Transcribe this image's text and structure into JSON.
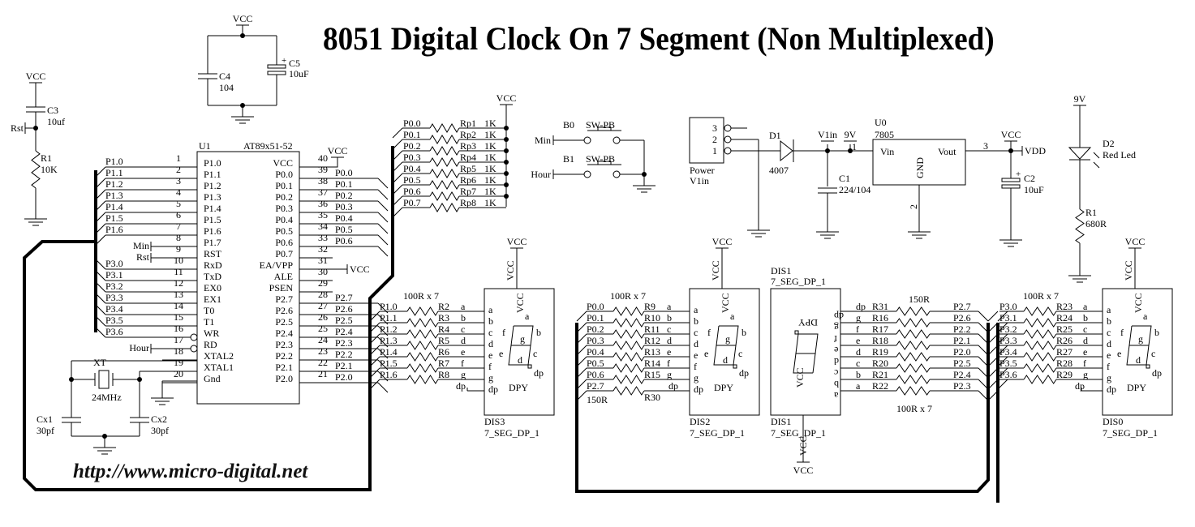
{
  "title": "8051 Digital Clock On 7 Segment (Non Multiplexed)",
  "website": "http://www.micro-digital.net",
  "supply": {
    "vcc": "VCC",
    "vdd": "VDD",
    "nine_v": "9V",
    "v1in": "V1in"
  },
  "decoupling": {
    "c4": {
      "ref": "C4",
      "value": "104"
    },
    "c5": {
      "ref": "C5",
      "value": "10uF"
    }
  },
  "reset": {
    "c3": {
      "ref": "C3",
      "value": "10uf"
    },
    "r1": {
      "ref": "R1",
      "value": "10K"
    },
    "net": "Rst"
  },
  "mcu": {
    "ref": "U1",
    "part": "AT89x51-52",
    "left_pins": [
      {
        "num": "1",
        "name": "P1.0",
        "net": "P1.0"
      },
      {
        "num": "2",
        "name": "P1.1",
        "net": "P1.1"
      },
      {
        "num": "3",
        "name": "P1.2",
        "net": "P1.2"
      },
      {
        "num": "4",
        "name": "P1.3",
        "net": "P1.3"
      },
      {
        "num": "5",
        "name": "P1.4",
        "net": "P1.4"
      },
      {
        "num": "6",
        "name": "P1.5",
        "net": "P1.5"
      },
      {
        "num": "7",
        "name": "P1.6",
        "net": "P1.6"
      },
      {
        "num": "8",
        "name": "P1.7",
        "net": "Min"
      },
      {
        "num": "9",
        "name": "RST",
        "net": "Rst"
      },
      {
        "num": "10",
        "name": "RxD",
        "net": "P3.0"
      },
      {
        "num": "11",
        "name": "TxD",
        "net": "P3.1"
      },
      {
        "num": "12",
        "name": "EX0",
        "net": "P3.2"
      },
      {
        "num": "13",
        "name": "EX1",
        "net": "P3.3"
      },
      {
        "num": "14",
        "name": "T0",
        "net": "P3.4"
      },
      {
        "num": "15",
        "name": "T1",
        "net": "P3.5"
      },
      {
        "num": "16",
        "name": "WR",
        "net": "P3.6"
      },
      {
        "num": "17",
        "name": "RD",
        "net": "Hour"
      },
      {
        "num": "18",
        "name": "XTAL2",
        "net": ""
      },
      {
        "num": "19",
        "name": "XTAL1",
        "net": ""
      },
      {
        "num": "20",
        "name": "Gnd",
        "net": ""
      }
    ],
    "right_pins": [
      {
        "num": "40",
        "name": "VCC",
        "net": "VCC"
      },
      {
        "num": "39",
        "name": "P0.0",
        "net": "P0.0"
      },
      {
        "num": "38",
        "name": "P0.1",
        "net": "P0.1"
      },
      {
        "num": "37",
        "name": "P0.2",
        "net": "P0.2"
      },
      {
        "num": "36",
        "name": "P0.3",
        "net": "P0.3"
      },
      {
        "num": "35",
        "name": "P0.4",
        "net": "P0.4"
      },
      {
        "num": "34",
        "name": "P0.5",
        "net": "P0.5"
      },
      {
        "num": "33",
        "name": "P0.6",
        "net": "P0.6"
      },
      {
        "num": "32",
        "name": "P0.7",
        "net": ""
      },
      {
        "num": "31",
        "name": "EA/VPP",
        "net": "VCC"
      },
      {
        "num": "30",
        "name": "ALE",
        "net": ""
      },
      {
        "num": "29",
        "name": "PSEN",
        "net": ""
      },
      {
        "num": "28",
        "name": "P2.7",
        "net": "P2.7"
      },
      {
        "num": "27",
        "name": "P2.6",
        "net": "P2.6"
      },
      {
        "num": "26",
        "name": "P2.5",
        "net": "P2.5"
      },
      {
        "num": "25",
        "name": "P2.4",
        "net": "P2.4"
      },
      {
        "num": "24",
        "name": "P2.3",
        "net": "P2.3"
      },
      {
        "num": "23",
        "name": "P2.2",
        "net": "P2.2"
      },
      {
        "num": "22",
        "name": "P2.1",
        "net": "P2.1"
      },
      {
        "num": "21",
        "name": "P2.0",
        "net": "P2.0"
      }
    ]
  },
  "crystal": {
    "ref": "XT",
    "value": "24MHz",
    "cx1": {
      "ref": "Cx1",
      "value": "30pf"
    },
    "cx2": {
      "ref": "Cx2",
      "value": "30pf"
    }
  },
  "pullups": [
    {
      "net": "P0.0",
      "ref": "Rp1",
      "value": "1K"
    },
    {
      "net": "P0.1",
      "ref": "Rp2",
      "value": "1K"
    },
    {
      "net": "P0.2",
      "ref": "Rp3",
      "value": "1K"
    },
    {
      "net": "P0.3",
      "ref": "Rp4",
      "value": "1K"
    },
    {
      "net": "P0.4",
      "ref": "Rp5",
      "value": "1K"
    },
    {
      "net": "P0.5",
      "ref": "Rp6",
      "value": "1K"
    },
    {
      "net": "P0.6",
      "ref": "Rp7",
      "value": "1K"
    },
    {
      "net": "P0.7",
      "ref": "Rp8",
      "value": "1K"
    }
  ],
  "buttons": [
    {
      "ref": "B0",
      "type": "SW-PB",
      "net": "Min"
    },
    {
      "ref": "B1",
      "type": "SW-PB",
      "net": "Hour"
    }
  ],
  "power": {
    "connector": {
      "label": "Power",
      "net": "V1in",
      "pins": [
        "3",
        "2",
        "1"
      ]
    },
    "d1": {
      "ref": "D1",
      "value": "4007"
    },
    "c1": {
      "ref": "C1",
      "value": "224/104"
    },
    "regulator": {
      "ref": "U0",
      "part": "7805",
      "vin": "Vin",
      "vout": "Vout",
      "gnd": "GND",
      "pin_in": "1",
      "pin_gnd": "2",
      "pin_out": "3"
    },
    "c2": {
      "ref": "C2",
      "value": "10uF"
    },
    "led": {
      "ref": "D2",
      "value": "Red Led"
    },
    "r_led": {
      "ref": "R1",
      "value": "680R"
    }
  },
  "displays": [
    {
      "ref": "DIS3",
      "part": "7_SEG_DP_1",
      "label": "DPY",
      "series_note": "100R x 7",
      "rows": [
        {
          "net": "P1.0",
          "res": "R2",
          "seg": "a"
        },
        {
          "net": "P1.1",
          "res": "R3",
          "seg": "b"
        },
        {
          "net": "P1.2",
          "res": "R4",
          "seg": "c"
        },
        {
          "net": "P1.3",
          "res": "R5",
          "seg": "d"
        },
        {
          "net": "P1.4",
          "res": "R6",
          "seg": "e"
        },
        {
          "net": "P1.5",
          "res": "R7",
          "seg": "f"
        },
        {
          "net": "P1.6",
          "res": "R8",
          "seg": "g"
        }
      ],
      "dp": {
        "net": "",
        "res": "",
        "seg": "dp",
        "value": ""
      }
    },
    {
      "ref": "DIS2",
      "part": "7_SEG_DP_1",
      "label": "DPY",
      "series_note": "100R x 7",
      "rows": [
        {
          "net": "P0.0",
          "res": "R9",
          "seg": "a"
        },
        {
          "net": "P0.1",
          "res": "R10",
          "seg": "b"
        },
        {
          "net": "P0.2",
          "res": "R11",
          "seg": "c"
        },
        {
          "net": "P0.3",
          "res": "R12",
          "seg": "d"
        },
        {
          "net": "P0.4",
          "res": "R13",
          "seg": "e"
        },
        {
          "net": "P0.5",
          "res": "R14",
          "seg": "f"
        },
        {
          "net": "P0.6",
          "res": "R15",
          "seg": "g"
        }
      ],
      "dp": {
        "net": "P2.7",
        "res": "R30",
        "seg": "dp",
        "value": "150R"
      }
    },
    {
      "ref": "DIS1",
      "part": "7_SEG_DP_1",
      "label": "DPY",
      "series_note": "100R x 7",
      "rows": [
        {
          "net": "P2.7",
          "res": "R31",
          "seg": "dp"
        },
        {
          "net": "P2.6",
          "res": "R16",
          "seg": "g"
        },
        {
          "net": "P2.2",
          "res": "R17",
          "seg": "f"
        },
        {
          "net": "P2.1",
          "res": "R18",
          "seg": "e"
        },
        {
          "net": "P2.0",
          "res": "R19",
          "seg": "d"
        },
        {
          "net": "P2.5",
          "res": "R20",
          "seg": "c"
        },
        {
          "net": "P2.4",
          "res": "R21",
          "seg": "b"
        },
        {
          "net": "P2.3",
          "res": "R22",
          "seg": "a"
        }
      ],
      "dp": {
        "value": "150R"
      }
    },
    {
      "ref": "DIS0",
      "part": "7_SEG_DP_1",
      "label": "DPY",
      "series_note": "100R x 7",
      "rows": [
        {
          "net": "P3.0",
          "res": "R23",
          "seg": "a"
        },
        {
          "net": "P3.1",
          "res": "R24",
          "seg": "b"
        },
        {
          "net": "P3.2",
          "res": "R25",
          "seg": "c"
        },
        {
          "net": "P3.3",
          "res": "R26",
          "seg": "d"
        },
        {
          "net": "P3.4",
          "res": "R27",
          "seg": "e"
        },
        {
          "net": "P3.5",
          "res": "R28",
          "seg": "f"
        },
        {
          "net": "P3.6",
          "res": "R29",
          "seg": "g"
        }
      ],
      "dp": {
        "net": "",
        "res": "",
        "seg": "dp",
        "value": ""
      }
    }
  ],
  "segment_letters": [
    "a",
    "b",
    "c",
    "d",
    "e",
    "f",
    "g",
    "dp"
  ]
}
